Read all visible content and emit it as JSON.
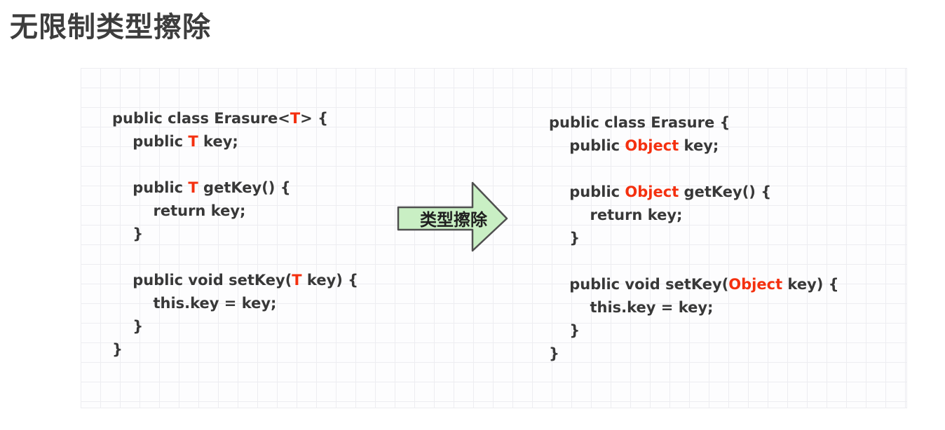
{
  "page": {
    "title": "无限制类型擦除"
  },
  "colors": {
    "title_text": "#3d3d3d",
    "code_text": "#383838",
    "highlight_red": "#f4300f",
    "arrow_fill": "#c9efc4",
    "arrow_stroke": "#4f4f4f",
    "arrow_label_text": "#1f1f1f",
    "grid_line": "#ededf1",
    "canvas_bg": "#fdfdfe"
  },
  "diagram": {
    "arrow": {
      "label": "类型擦除",
      "direction": "right"
    },
    "code_before": {
      "description": "generic class source before erasure",
      "lines": [
        [
          {
            "t": "public class Erasure<"
          },
          {
            "t": "T",
            "r": true
          },
          {
            "t": "> {"
          }
        ],
        [
          {
            "t": "    public "
          },
          {
            "t": "T",
            "r": true
          },
          {
            "t": " key;"
          }
        ],
        [
          {
            "t": ""
          }
        ],
        [
          {
            "t": "    public "
          },
          {
            "t": "T",
            "r": true
          },
          {
            "t": " getKey() {"
          }
        ],
        [
          {
            "t": "        return key;"
          }
        ],
        [
          {
            "t": "    }"
          }
        ],
        [
          {
            "t": ""
          }
        ],
        [
          {
            "t": "    public void setKey("
          },
          {
            "t": "T",
            "r": true
          },
          {
            "t": " key) {"
          }
        ],
        [
          {
            "t": "        this.key = key;"
          }
        ],
        [
          {
            "t": "    }"
          }
        ],
        [
          {
            "t": "}"
          }
        ]
      ]
    },
    "code_after": {
      "description": "class source after type erasure",
      "lines": [
        [
          {
            "t": "public class Erasure {"
          }
        ],
        [
          {
            "t": "    public "
          },
          {
            "t": "Object",
            "r": true
          },
          {
            "t": " key;"
          }
        ],
        [
          {
            "t": ""
          }
        ],
        [
          {
            "t": "    public "
          },
          {
            "t": "Object",
            "r": true
          },
          {
            "t": " getKey() {"
          }
        ],
        [
          {
            "t": "        return key;"
          }
        ],
        [
          {
            "t": "    }"
          }
        ],
        [
          {
            "t": ""
          }
        ],
        [
          {
            "t": "    public void setKey("
          },
          {
            "t": "Object",
            "r": true
          },
          {
            "t": " key) {"
          }
        ],
        [
          {
            "t": "        this.key = key;"
          }
        ],
        [
          {
            "t": "    }"
          }
        ],
        [
          {
            "t": "}"
          }
        ]
      ]
    }
  }
}
